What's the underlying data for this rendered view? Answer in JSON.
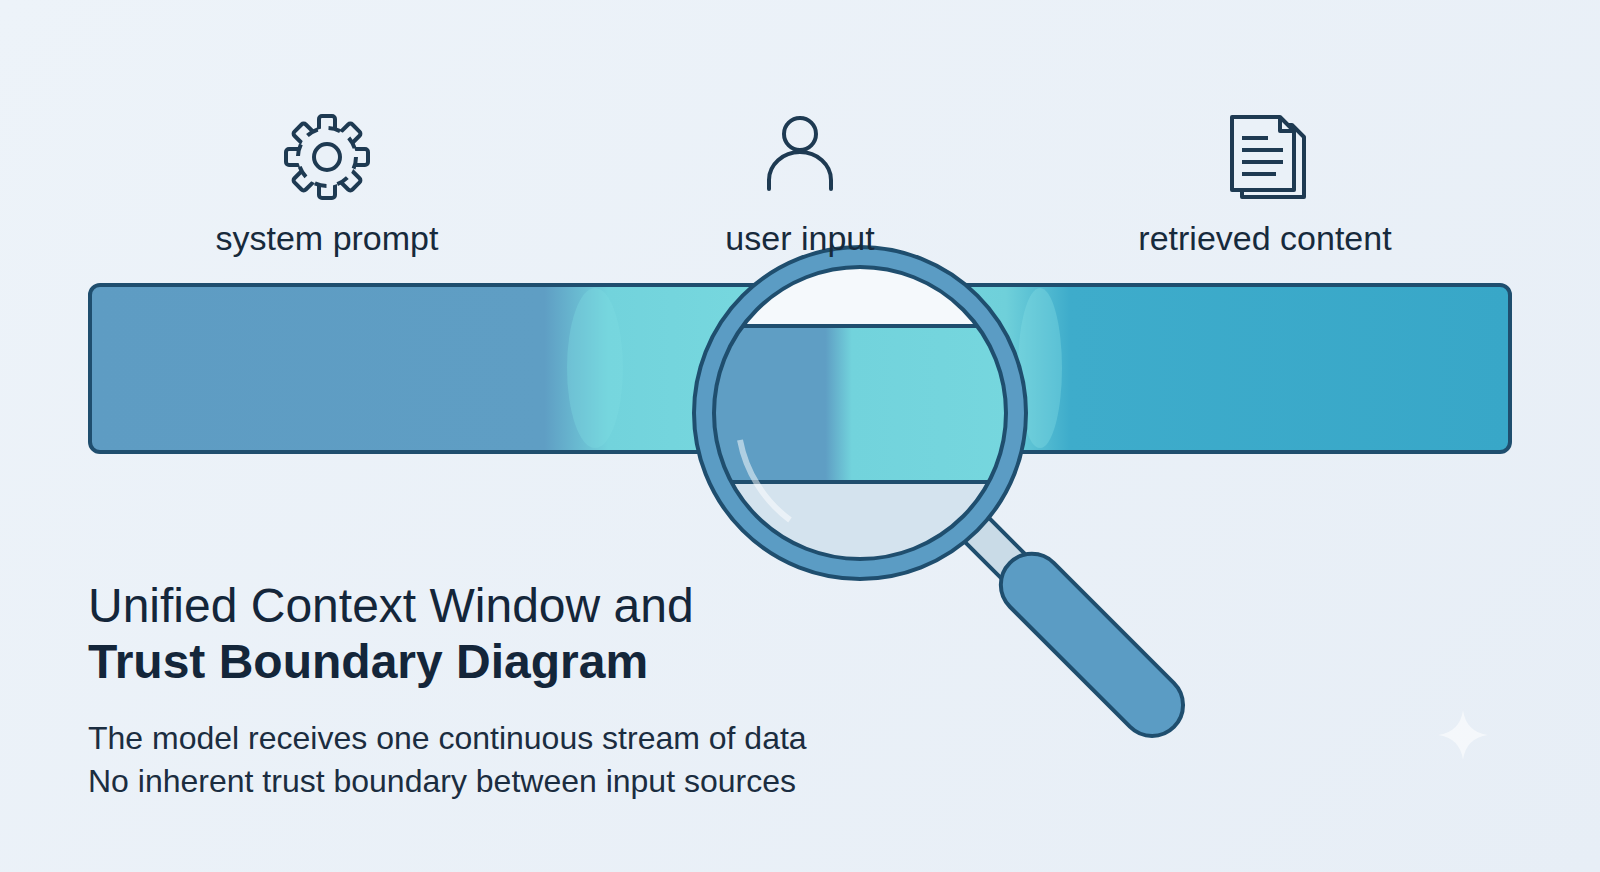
{
  "diagram": {
    "title": "Unified Context Window and Trust Boundary Diagram",
    "caption": "The model receives one continuous stream of data No inherent trust boundary between input sources",
    "labels": [
      "system prompt",
      "user input",
      "retrieved content"
    ]
  }
}
